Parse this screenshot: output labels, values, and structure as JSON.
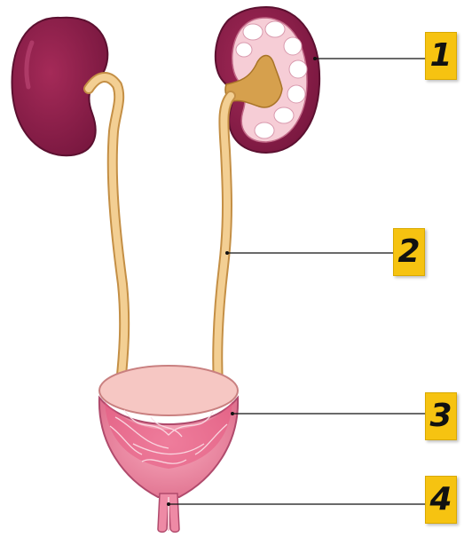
{
  "labels": [
    {
      "number": "1"
    },
    {
      "number": "2"
    },
    {
      "number": "3"
    },
    {
      "number": "4"
    }
  ],
  "colors": {
    "kidney": "#8e1f4a",
    "ureter": "#f1c688",
    "bladder": "#ee8aa5",
    "label_box": "#f6c311",
    "leader_line": "#111111"
  }
}
